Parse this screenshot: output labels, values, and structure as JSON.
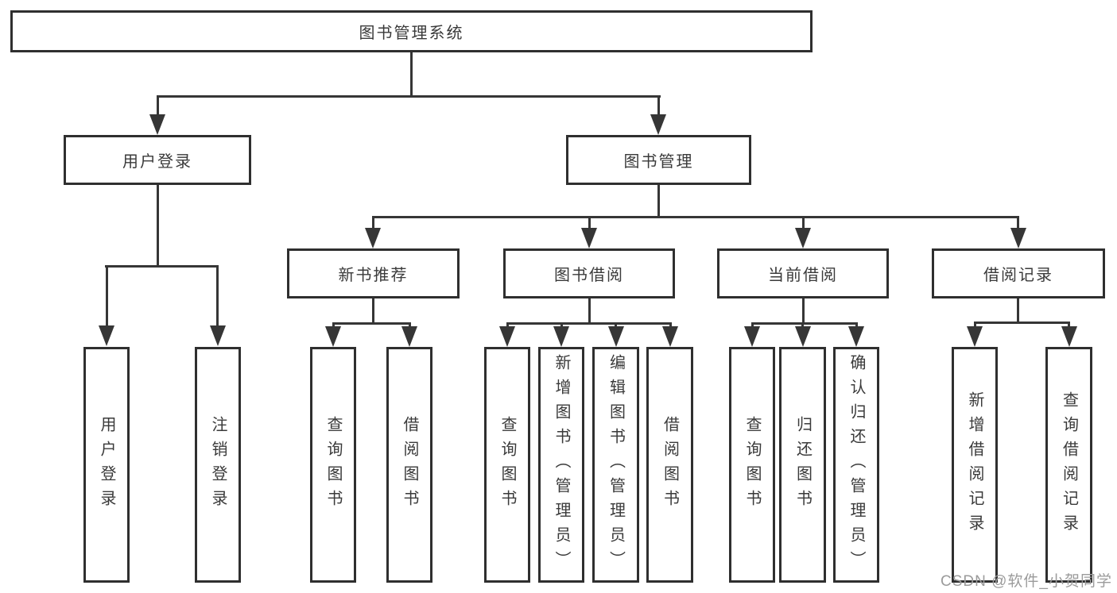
{
  "diagram": {
    "type": "hierarchy-tree",
    "title": "图书管理系统",
    "watermark": "CSDN @软件_小贺同学",
    "colors": {
      "line": "#363636",
      "box_border": "#2f2f2f",
      "text": "#3a3a3a",
      "background": "#ffffff",
      "watermark_text": "#9b9b9b"
    },
    "nodes": {
      "root": {
        "label": "图书管理系统",
        "children": [
          "user_login",
          "book_mgmt"
        ]
      },
      "user_login": {
        "label": "用户登录",
        "children": [
          "leaf_user_login",
          "leaf_logout"
        ]
      },
      "book_mgmt": {
        "label": "图书管理",
        "children": [
          "new_book_rec",
          "book_borrow",
          "current_borrow",
          "borrow_record"
        ]
      },
      "new_book_rec": {
        "label": "新书推荐",
        "children": [
          "rec_query_books",
          "rec_borrow_books"
        ]
      },
      "book_borrow": {
        "label": "图书借阅",
        "children": [
          "bb_query_books",
          "bb_add_books",
          "bb_edit_books",
          "bb_borrow_books"
        ]
      },
      "current_borrow": {
        "label": "当前借阅",
        "children": [
          "cb_query_books",
          "cb_return_books",
          "cb_confirm_return"
        ]
      },
      "borrow_record": {
        "label": "借阅记录",
        "children": [
          "br_add_record",
          "br_query_record"
        ]
      },
      "leaf_user_login": {
        "label": "用户登录"
      },
      "leaf_logout": {
        "label": "注销登录"
      },
      "rec_query_books": {
        "label": "查询图书"
      },
      "rec_borrow_books": {
        "label": "借阅图书"
      },
      "bb_query_books": {
        "label": "查询图书"
      },
      "bb_add_books": {
        "label": "新增图书（管理员）"
      },
      "bb_edit_books": {
        "label": "编辑图书（管理员）"
      },
      "bb_borrow_books": {
        "label": "借阅图书"
      },
      "cb_query_books": {
        "label": "查询图书"
      },
      "cb_return_books": {
        "label": "归还图书"
      },
      "cb_confirm_return": {
        "label": "确认归还（管理员）"
      },
      "br_add_record": {
        "label": "新增借阅记录"
      },
      "br_query_record": {
        "label": "查询借阅记录"
      }
    }
  }
}
